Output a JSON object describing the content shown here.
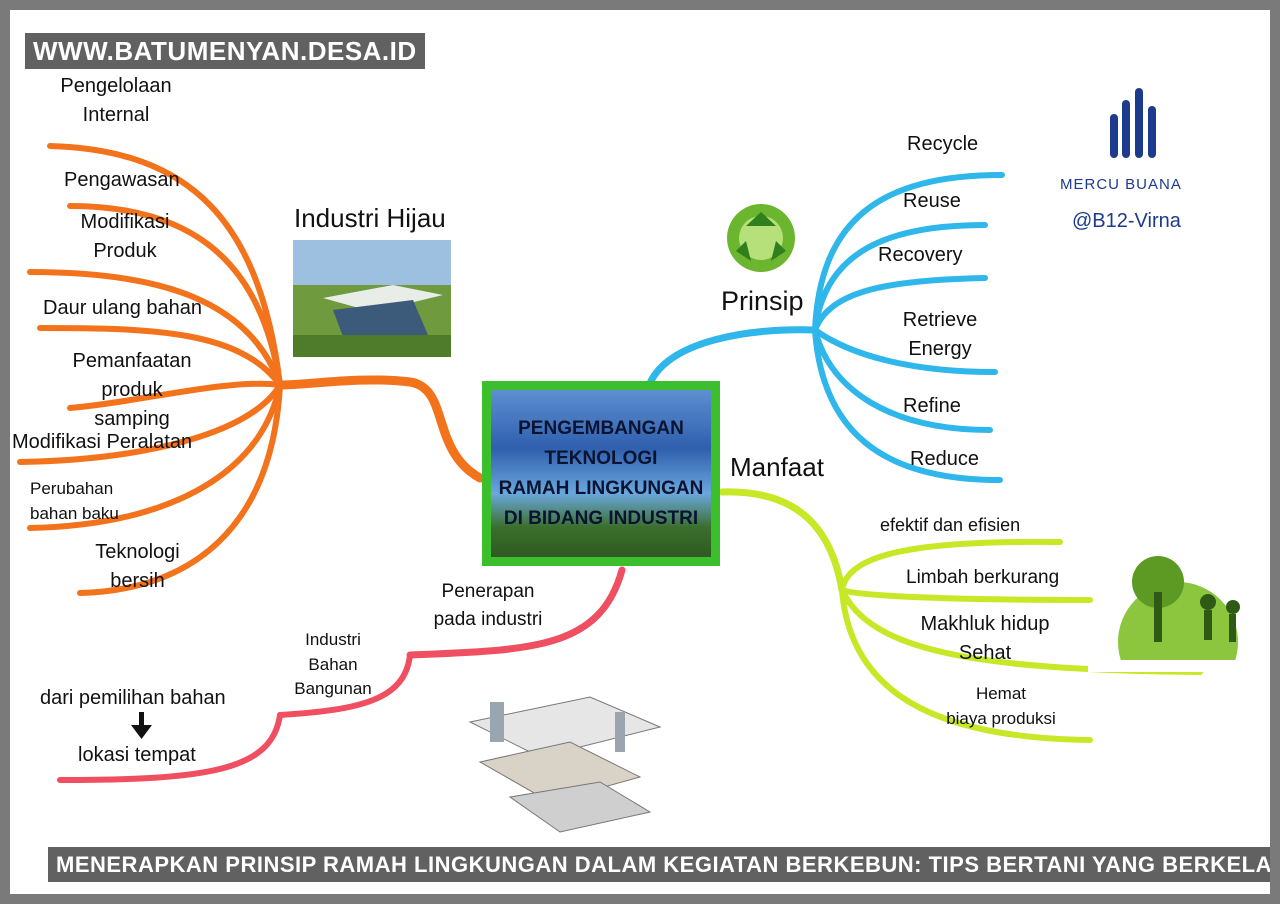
{
  "header": {
    "website": "WWW.BATUMENYAN.DESA.ID"
  },
  "center": {
    "title": "PENGEMBANGAN\nTEKNOLOGI\nRAMAH LINGKUNGAN\nDI BIDANG INDUSTRI"
  },
  "branches": {
    "industri_hijau": {
      "title": "Industri Hijau",
      "color": "#f2731c",
      "items": [
        "Pengelolaan\nInternal",
        "Pengawasan",
        "Modifikasi\nProduk",
        "Daur ulang bahan",
        "Pemanfaatan\nproduk samping",
        "Modifikasi Peralatan",
        "Perubahan\nbahan baku",
        "Teknologi\nbersih"
      ]
    },
    "prinsip": {
      "title": "Prinsip",
      "color": "#2fb6ea",
      "items": [
        "Recycle",
        "Reuse",
        "Recovery",
        "Retrieve\nEnergy",
        "Refine",
        "Reduce"
      ]
    },
    "manfaat": {
      "title": "Manfaat",
      "color": "#c6e826",
      "items": [
        "efektif dan efisien",
        "Limbah berkurang",
        "Makhluk hidup\nSehat",
        "Hemat\nbiaya produksi"
      ]
    },
    "penerapan": {
      "title": "Penerapan\npada industri",
      "color": "#ef4f60",
      "sub": "Industri\nBahan\nBangunan",
      "flow_from": "dari pemilihan bahan",
      "flow_to": "lokasi tempat"
    }
  },
  "logo": {
    "icon": "mercu-buana-logo-icon",
    "name": "MERCU BUANA",
    "handle": "@B12-Virna"
  },
  "footer": {
    "caption": "MENERAPKAN PRINSIP RAMAH LINGKUNGAN DALAM KEGIATAN BERKEBUN: TIPS BERTANI YANG BERKELANJUTAN"
  }
}
